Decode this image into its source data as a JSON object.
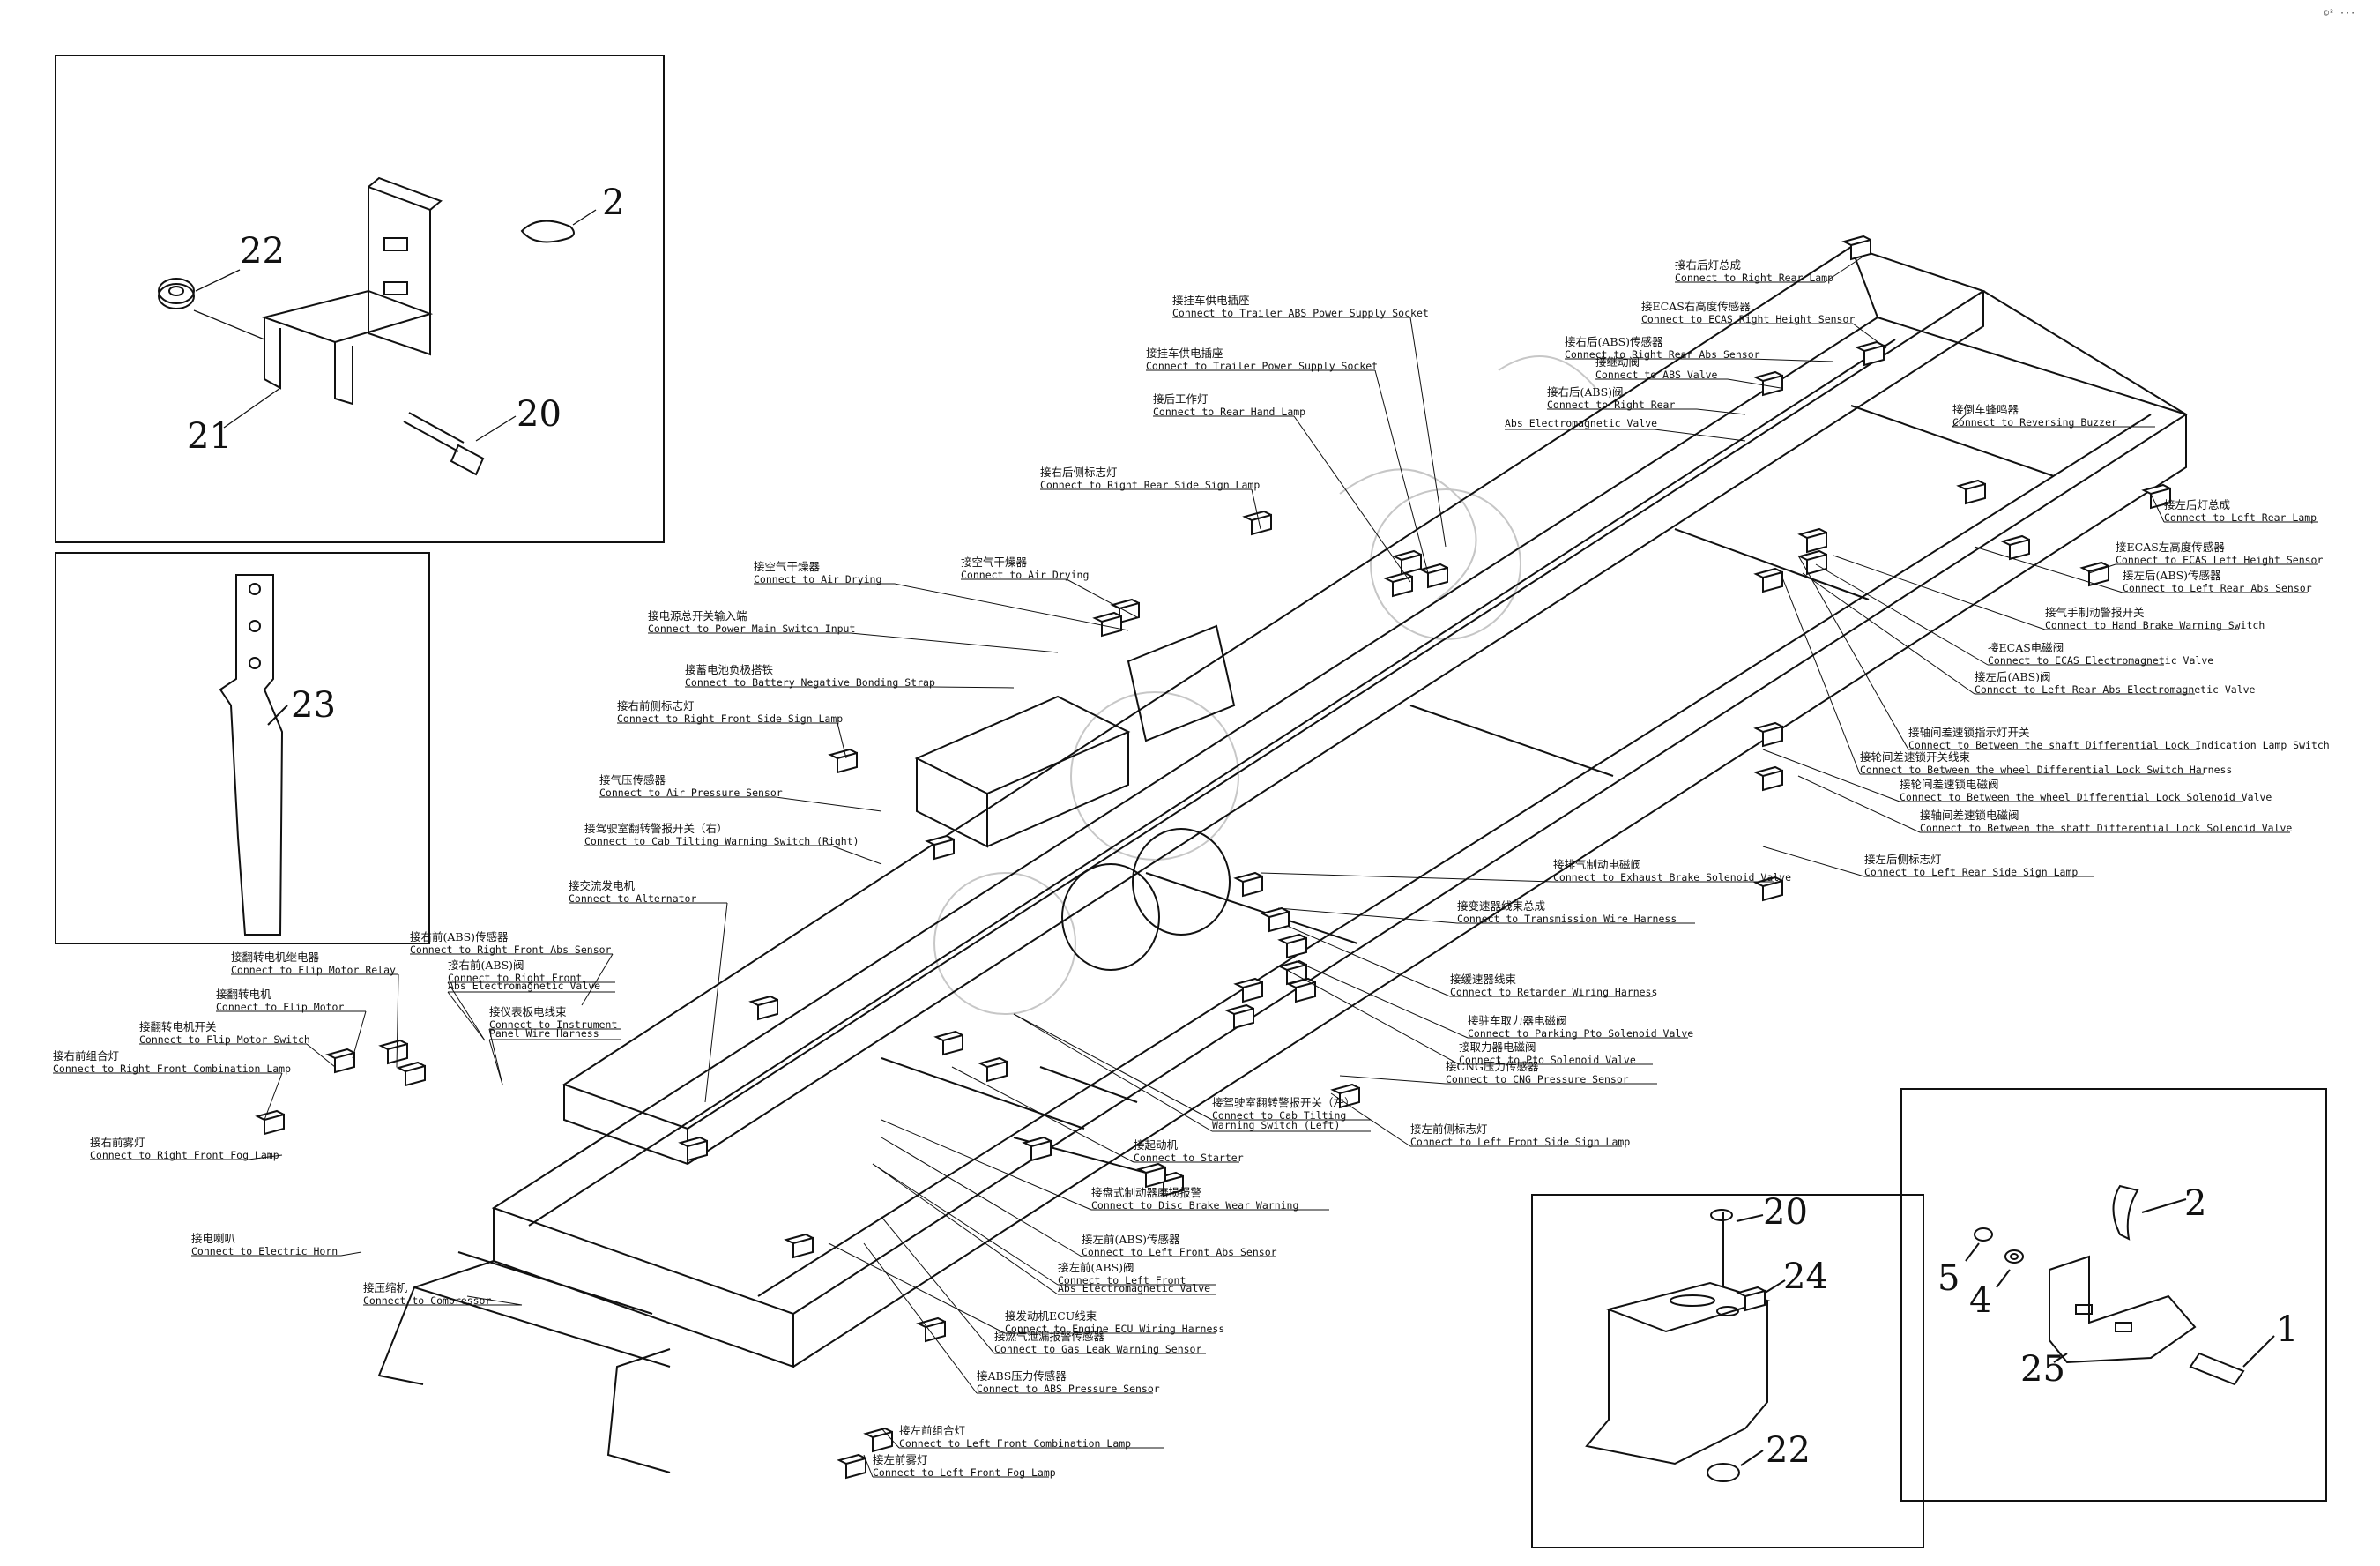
{
  "corner_mark": "©² ···",
  "inset_top_left": {
    "numbers": {
      "n2": "2",
      "n22": "22",
      "n21": "21",
      "n20": "20"
    }
  },
  "inset_mid_left": {
    "numbers": {
      "n23": "23"
    }
  },
  "inset_bottom_mid": {
    "numbers": {
      "n20": "20",
      "n24": "24",
      "n22": "22"
    }
  },
  "inset_bottom_right": {
    "numbers": {
      "n2": "2",
      "n5": "5",
      "n4": "4",
      "n1": "1",
      "n25": "25"
    }
  },
  "labels": [
    {
      "cn": "接右后灯总成",
      "en": "Connect to Right Rear Lamp"
    },
    {
      "cn": "接ECAS右高度传感器",
      "en": "Connect to ECAS Right Height Sensor"
    },
    {
      "cn": "接右后(ABS)传感器",
      "en": "Connect to Right Rear Abs Sensor"
    },
    {
      "cn": "接挂车供电插座",
      "en": "Connect to Trailer ABS Power Supply Socket"
    },
    {
      "cn": "接挂车供电插座",
      "en": "Connect to Trailer Power Supply Socket"
    },
    {
      "cn": "接继动阀",
      "en": "Connect to ABS Valve"
    },
    {
      "cn": "接右后(ABS)阀",
      "en": "Connect to Right Rear"
    },
    {
      "cn": "",
      "en": "Abs Electromagnetic Valve"
    },
    {
      "cn": "接后工作灯",
      "en": "Connect to Rear Hand Lamp"
    },
    {
      "cn": "接倒车蜂鸣器",
      "en": "Connect to Reversing Buzzer"
    },
    {
      "cn": "接右后侧标志灯",
      "en": "Connect to Right Rear Side Sign Lamp"
    },
    {
      "cn": "接左后灯总成",
      "en": "Connect to Left Rear Lamp"
    },
    {
      "cn": "接ECAS左高度传感器",
      "en": "Connect to ECAS Left Height Sensor"
    },
    {
      "cn": "接左后(ABS)传感器",
      "en": "Connect to Left Rear Abs Sensor"
    },
    {
      "cn": "接空气干燥器",
      "en": "Connect to Air Drying"
    },
    {
      "cn": "接空气干燥器",
      "en": "Connect to Air Drying"
    },
    {
      "cn": "接电源总开关输入端",
      "en": "Connect to Power Main Switch Input"
    },
    {
      "cn": "接气手制动警报开关",
      "en": "Connect to Hand Brake Warning Switch"
    },
    {
      "cn": "接ECAS电磁阀",
      "en": "Connect to ECAS Electromagnetic Valve"
    },
    {
      "cn": "接蓄电池负极搭铁",
      "en": "Connect to Battery Negative Bonding Strap"
    },
    {
      "cn": "接左后(ABS)阀",
      "en": "Connect to Left Rear Abs Electromagnetic Valve"
    },
    {
      "cn": "接右前侧标志灯",
      "en": "Connect to Right Front Side Sign Lamp"
    },
    {
      "cn": "接轴间差速锁指示灯开关",
      "en": "Connect to Between the shaft Differential Lock Indication Lamp Switch"
    },
    {
      "cn": "接轮间差速锁开关线束",
      "en": "Connect to Between the wheel Differential Lock Switch Harness"
    },
    {
      "cn": "接气压传感器",
      "en": "Connect to Air Pressure Sensor"
    },
    {
      "cn": "接轮间差速锁电磁阀",
      "en": "Connect to Between the wheel Differential Lock Solenoid Valve"
    },
    {
      "cn": "接轴间差速锁电磁阀",
      "en": "Connect to Between the shaft Differential Lock Solenoid Valve"
    },
    {
      "cn": "接驾驶室翻转警报开关（右）",
      "en": "Connect to Cab Tilting Warning Switch (Right)"
    },
    {
      "cn": "接左后侧标志灯",
      "en": "Connect to Left Rear Side Sign Lamp"
    },
    {
      "cn": "接排气制动电磁阀",
      "en": "Connect to Exhaust Brake Solenoid Valve"
    },
    {
      "cn": "接交流发电机",
      "en": "Connect to Alternator"
    },
    {
      "cn": "接变速器线束总成",
      "en": "Connect to Transmission Wire Harness"
    },
    {
      "cn": "接右前(ABS)传感器",
      "en": "Connect to Right Front Abs Sensor"
    },
    {
      "cn": "接翻转电机继电器",
      "en": "Connect to Flip Motor Relay"
    },
    {
      "cn": "接右前(ABS)阀",
      "en": "Connect to Right Front"
    },
    {
      "cn": "",
      "en": "Abs Electromagnetic Valve"
    },
    {
      "cn": "接翻转电机",
      "en": "Connect to Flip Motor"
    },
    {
      "cn": "接仪表板电线束",
      "en": "Connect to Instrument"
    },
    {
      "cn": "",
      "en": "Panel Wire Harness"
    },
    {
      "cn": "接翻转电机开关",
      "en": "Connect to Flip Motor Switch"
    },
    {
      "cn": "接缓速器线束",
      "en": "Connect to Retarder Wiring Harness"
    },
    {
      "cn": "接右前组合灯",
      "en": "Connect to Right Front Combination Lamp"
    },
    {
      "cn": "接驻车取力器电磁阀",
      "en": "Connect to Parking Pto Solenoid Valve"
    },
    {
      "cn": "接取力器电磁阀",
      "en": "Connect to Pto Solenoid Valve"
    },
    {
      "cn": "接CNG压力传感器",
      "en": "Connect to CNG Pressure Sensor"
    },
    {
      "cn": "接驾驶室翻转警报开关（左）",
      "en": "Connect to Cab Tilting"
    },
    {
      "cn": "",
      "en": "Warning Switch (Left)"
    },
    {
      "cn": "接左前侧标志灯",
      "en": "Connect to Left Front Side Sign Lamp"
    },
    {
      "cn": "接右前雾灯",
      "en": "Connect to Right Front Fog Lamp"
    },
    {
      "cn": "接起动机",
      "en": "Connect to Starter"
    },
    {
      "cn": "接盘式制动器磨损报警",
      "en": "Connect to Disc Brake Wear Warning"
    },
    {
      "cn": "接左前(ABS)传感器",
      "en": "Connect to Left Front Abs Sensor"
    },
    {
      "cn": "接电喇叭",
      "en": "Connect to Electric Horn"
    },
    {
      "cn": "接左前(ABS)阀",
      "en": "Connect to Left Front"
    },
    {
      "cn": "",
      "en": "Abs Electromagnetic Valve"
    },
    {
      "cn": "接压缩机",
      "en": "Connect to Compressor"
    },
    {
      "cn": "接发动机ECU线束",
      "en": "Connect to Engine ECU Wiring Harness"
    },
    {
      "cn": "接燃气泄漏报警传感器",
      "en": "Connect to Gas Leak Warning Sensor"
    },
    {
      "cn": "接ABS压力传感器",
      "en": "Connect to ABS Pressure Sensor"
    },
    {
      "cn": "接左前组合灯",
      "en": "Connect to Left Front Combination Lamp"
    },
    {
      "cn": "接左前雾灯",
      "en": "Connect to Left Front Fog Lamp"
    }
  ]
}
